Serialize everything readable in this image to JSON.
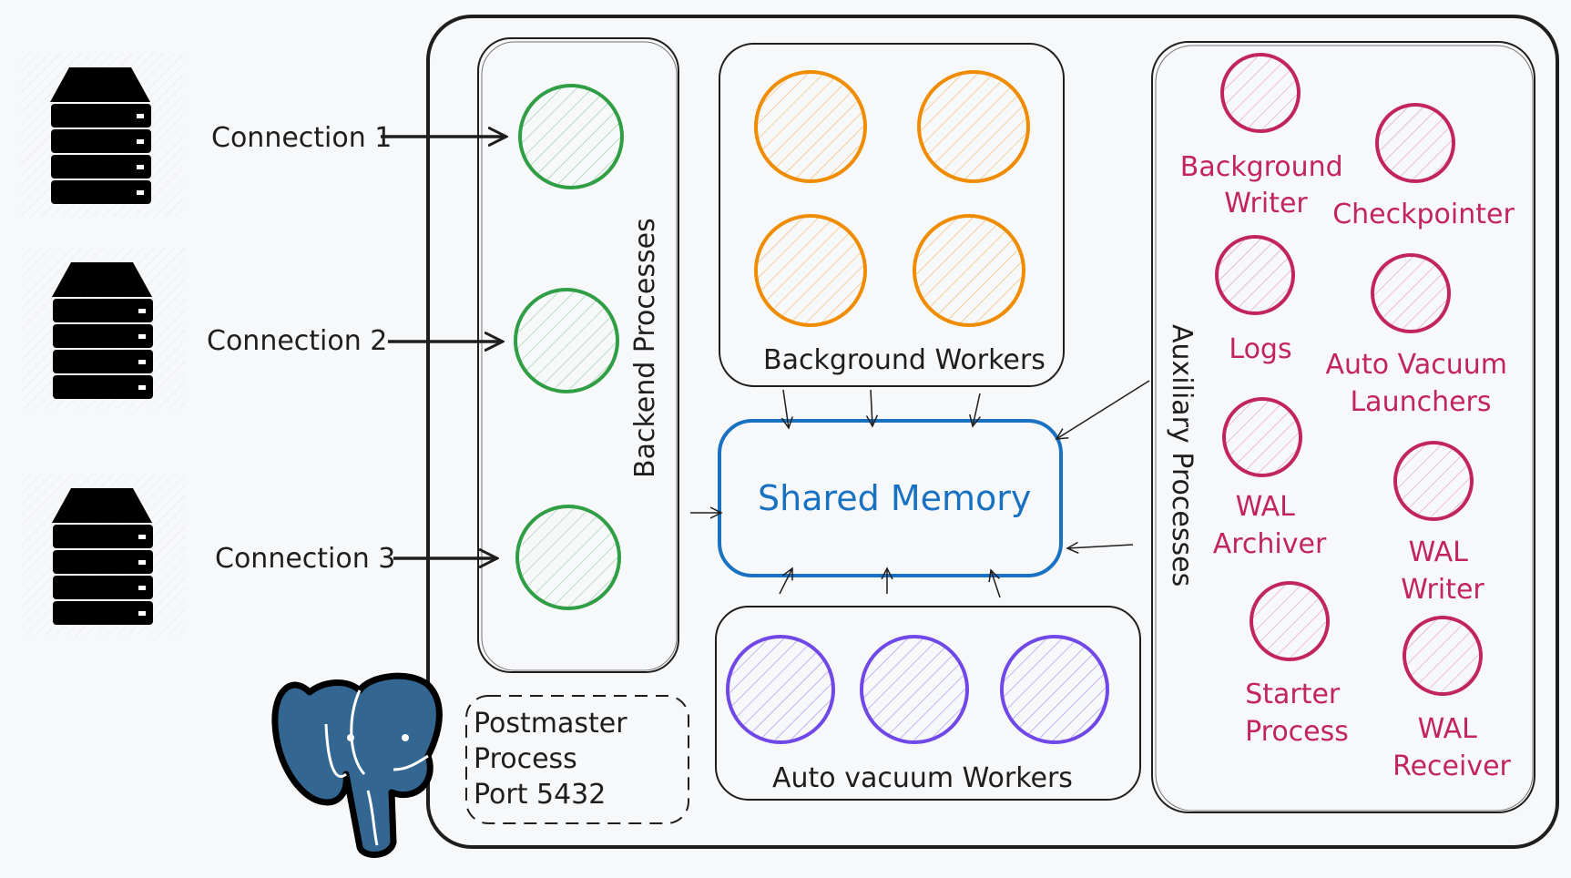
{
  "diagram": {
    "connections": [
      {
        "label": "Connection 1"
      },
      {
        "label": "Connection 2"
      },
      {
        "label": "Connection 3"
      }
    ],
    "groups": {
      "backend": "Backend Processes",
      "background_workers": "Background Workers",
      "shared_memory": "Shared Memory",
      "auto_vacuum_workers": "Auto vacuum Workers",
      "auxiliary": "Auxiliary Processes"
    },
    "postmaster": [
      "Postmaster",
      "Process",
      "Port 5432"
    ],
    "auxiliary_processes": [
      {
        "lines": [
          "Background",
          "Writer"
        ]
      },
      {
        "lines": [
          "Checkpointer"
        ]
      },
      {
        "lines": [
          "Logs"
        ]
      },
      {
        "lines": [
          "Auto Vacuum",
          "Launchers"
        ]
      },
      {
        "lines": [
          "WAL",
          "Archiver"
        ]
      },
      {
        "lines": [
          "WAL",
          "Writer"
        ]
      },
      {
        "lines": [
          "Starter",
          "Process"
        ]
      },
      {
        "lines": [
          "WAL",
          "Receiver"
        ]
      }
    ],
    "colors": {
      "backend": "#2f9e44",
      "background_worker": "#f08c00",
      "auto_vacuum_worker": "#7048e8",
      "auxiliary": "#c2255c",
      "shared_memory": "#1971c2",
      "logo": "#336791"
    },
    "icons": [
      "server-icon",
      "postgresql-elephant-icon"
    ]
  }
}
